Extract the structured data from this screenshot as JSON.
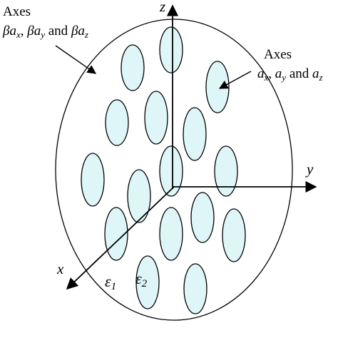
{
  "colors": {
    "inclusion_fill": "#dff6f8",
    "stroke": "#000000",
    "background": "#ffffff"
  },
  "labels": {
    "outer_axes_title": "Axes",
    "outer_axes_beta": "β",
    "outer_axes_a": "a",
    "outer_axes_sub_x": "x",
    "outer_axes_sub_y": "y",
    "outer_axes_sub_z": "z",
    "outer_axes_sep1": ", ",
    "outer_axes_and": " and ",
    "inner_axes_title": "Axes",
    "inner_axes_a": "a",
    "inner_axes_sub_x": "x",
    "inner_axes_sub_y": "y",
    "inner_axes_sub_z": "z",
    "inner_axes_sep": ", ",
    "inner_axes_and": " and ",
    "axis_x": "x",
    "axis_y": "y",
    "axis_z": "z",
    "epsilon_symbol": "ε",
    "epsilon_1_sub": "1",
    "epsilon_2_sub": "2"
  }
}
